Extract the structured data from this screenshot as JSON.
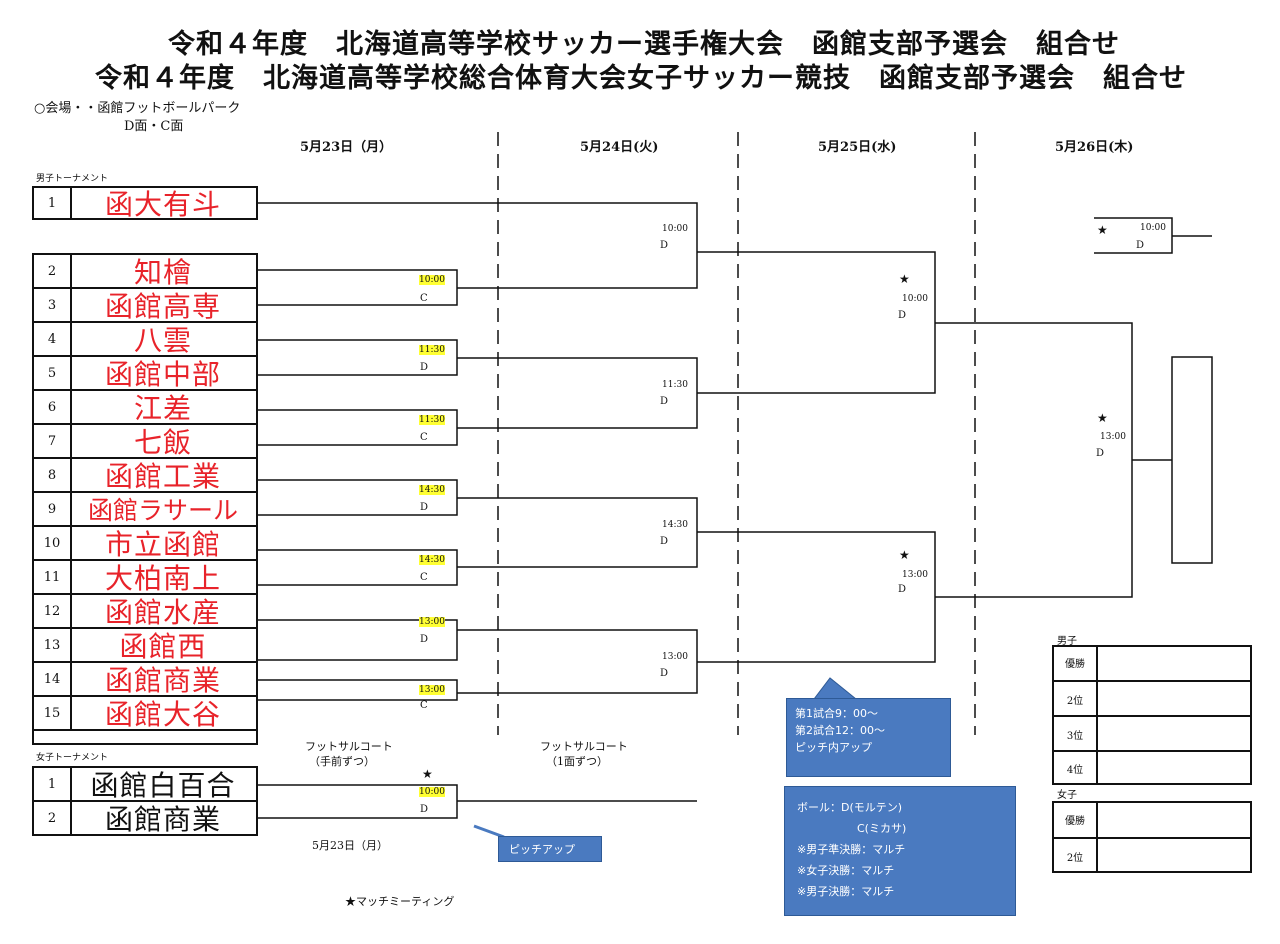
{
  "header": {
    "title_line1": "令和４年度　北海道高等学校サッカー選手権大会　函館支部予選会　組合せ",
    "title_line2": "令和４年度　北海道高等学校総合体育大会女子サッカー競技　函館支部予選会　組合せ",
    "venue_line1": "○会場・・函館フットボールパーク",
    "venue_line2": "D面・C面"
  },
  "dates": [
    "5月23日（月）",
    "5月24日(火)",
    "5月25日(水)",
    "5月26日(木)"
  ],
  "boys": {
    "label": "男子トーナメント",
    "teams": [
      {
        "num": "1",
        "name": "函大有斗"
      },
      {
        "num": "2",
        "name": "知檜"
      },
      {
        "num": "3",
        "name": "函館高専"
      },
      {
        "num": "4",
        "name": "八雲"
      },
      {
        "num": "5",
        "name": "函館中部"
      },
      {
        "num": "6",
        "name": "江差"
      },
      {
        "num": "7",
        "name": "七飯"
      },
      {
        "num": "8",
        "name": "函館工業"
      },
      {
        "num": "9",
        "name": "函館ラサール"
      },
      {
        "num": "10",
        "name": "市立函館"
      },
      {
        "num": "11",
        "name": "大柏南上"
      },
      {
        "num": "12",
        "name": "函館水産"
      },
      {
        "num": "13",
        "name": "函館西"
      },
      {
        "num": "14",
        "name": "函館商業"
      },
      {
        "num": "15",
        "name": "函館大谷"
      }
    ]
  },
  "girls": {
    "label": "女子トーナメント",
    "teams": [
      {
        "num": "1",
        "name": "函館白百合"
      },
      {
        "num": "2",
        "name": "函館商業"
      }
    ],
    "date": "5月23日（月）"
  },
  "matches": {
    "r1": [
      {
        "time": "10:00",
        "court": "C"
      },
      {
        "time": "11:30",
        "court": "D"
      },
      {
        "time": "11:30",
        "court": "C"
      },
      {
        "time": "14:30",
        "court": "D"
      },
      {
        "time": "14:30",
        "court": "C"
      },
      {
        "time": "13:00",
        "court": "D"
      },
      {
        "time": "13:00",
        "court": "C"
      }
    ],
    "r2": [
      {
        "time": "10:00",
        "court": "D"
      },
      {
        "time": "11:30",
        "court": "D"
      },
      {
        "time": "14:30",
        "court": "D"
      },
      {
        "time": "13:00",
        "court": "D"
      }
    ],
    "sf": [
      {
        "star": "★",
        "time": "10:00",
        "court": "D"
      },
      {
        "star": "★",
        "time": "13:00",
        "court": "D"
      }
    ],
    "final": {
      "star": "★",
      "time": "13:00",
      "court": "D"
    },
    "girls_final": {
      "star": "★",
      "time": "10:00",
      "court": "D"
    },
    "girls_top": {
      "star": "★",
      "time": "10:00",
      "court": "D"
    }
  },
  "futsal": [
    {
      "line1": "フットサルコート",
      "line2": "（手前ずつ）"
    },
    {
      "line1": "フットサルコート",
      "line2": "（1面ずつ）"
    }
  ],
  "notes": {
    "match_meeting": "★マッチミーティング",
    "pitch_up": "ピッチアップ",
    "bubble1": [
      "第1試合9：00～",
      "第2試合12：00～",
      "ピッチ内アップ"
    ],
    "bubble2": [
      "ボール：D(モルテン)",
      "C(ミカサ)",
      "※男子準決勝：マルチ",
      "※女子決勝：マルチ",
      "※男子決勝：マルチ"
    ]
  },
  "results": {
    "boys_label": "男子",
    "boys_places": [
      "優勝",
      "2位",
      "3位",
      "4位"
    ],
    "girls_label": "女子",
    "girls_places": [
      "優勝",
      "2位"
    ]
  }
}
